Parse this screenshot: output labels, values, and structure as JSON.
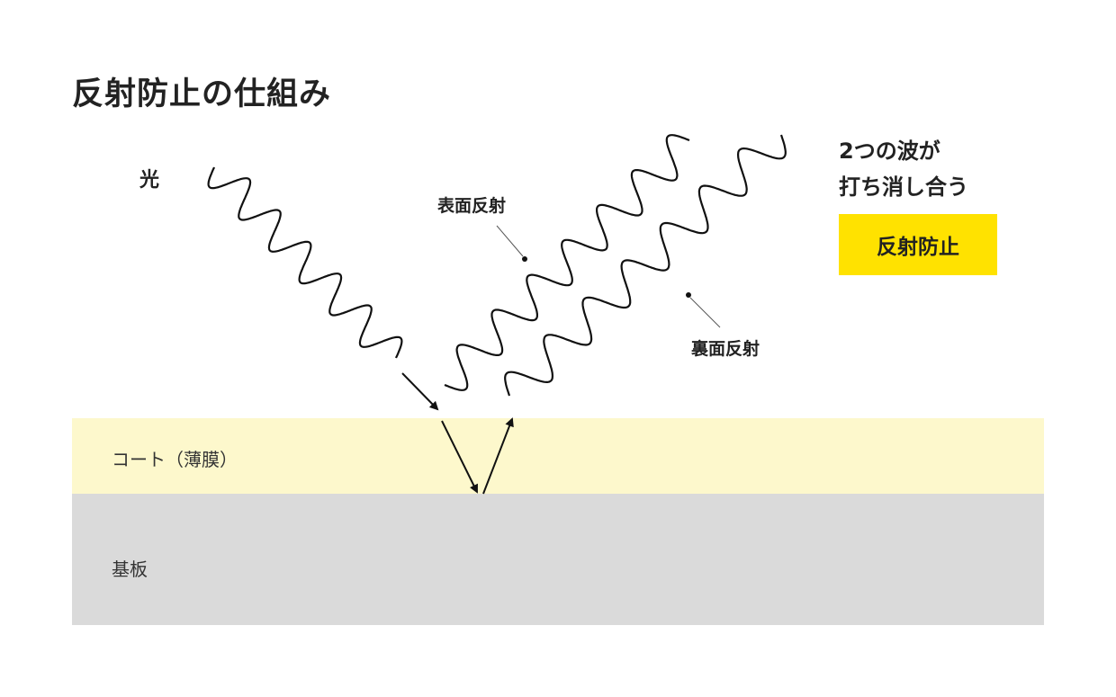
{
  "title": "反射防止の仕組み",
  "labels": {
    "light": "光",
    "surface_reflection": "表面反射",
    "back_reflection": "裏面反射",
    "coat": "コート（薄膜）",
    "substrate": "基板"
  },
  "callout": {
    "line1": "2つの波が",
    "line2": "打ち消し合う",
    "badge": "反射防止"
  },
  "colors": {
    "coat": "#fdf8cc",
    "substrate": "#dadada",
    "badge": "#ffe200",
    "ink": "#111111"
  }
}
